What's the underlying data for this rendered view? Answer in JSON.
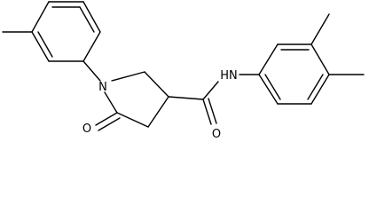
{
  "structure": {
    "atoms": {
      "amide_N": "HN",
      "ring_N": "N",
      "lactam_O": "O",
      "amide_O": "O"
    }
  }
}
